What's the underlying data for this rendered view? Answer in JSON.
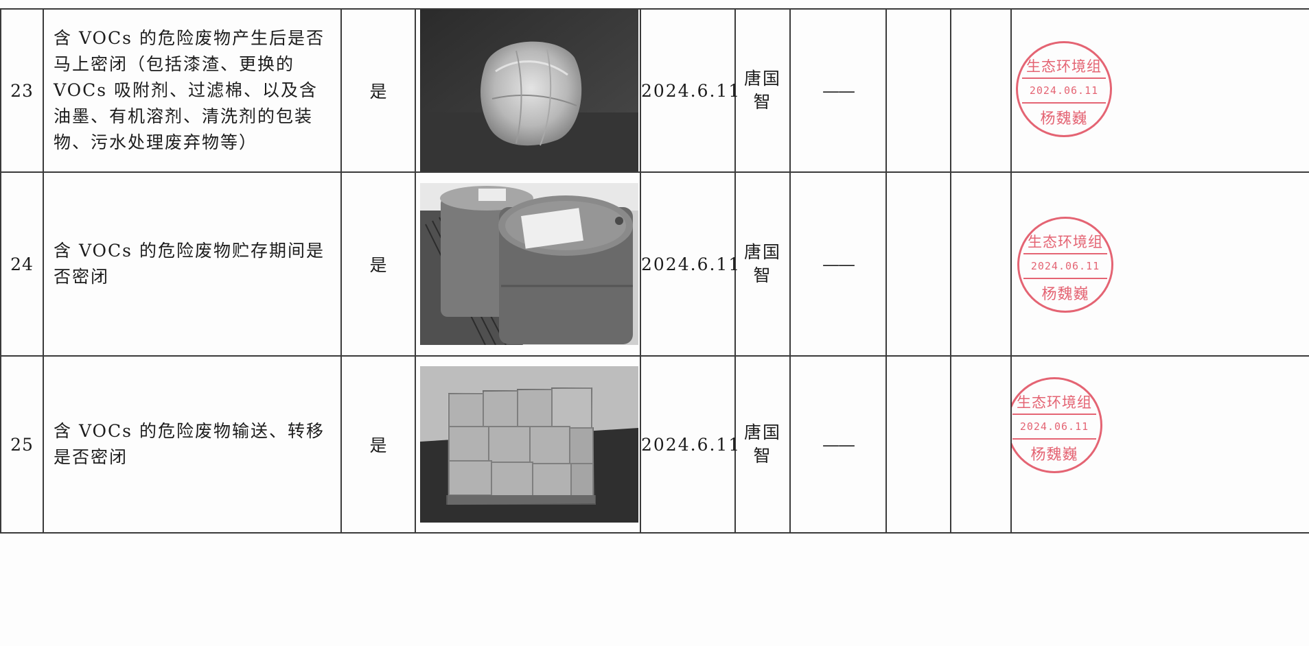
{
  "rows": [
    {
      "index": "23",
      "item": "含 VOCs 的危险废物产生后是否马上密闭（包括漆渣、更换的 VOCs 吸附剂、过滤棉、以及含油墨、有机溶剂、清洗剂的包装物、污水处理废弃物等）",
      "result": "是",
      "date": "2024.6.11",
      "person": "唐国智",
      "remark": "——",
      "stamp": {
        "line1": "生态环境组",
        "line2": "2024.06.11",
        "line3": "杨魏巍",
        "color": "#e04a5c"
      }
    },
    {
      "index": "24",
      "item": "含 VOCs 的危险废物贮存期间是否密闭",
      "result": "是",
      "date": "2024.6.11",
      "person": "唐国智",
      "remark": "——",
      "stamp": {
        "line1": "生态环境组",
        "line2": "2024.06.11",
        "line3": "杨魏巍",
        "color": "#e04a5c"
      }
    },
    {
      "index": "25",
      "item": "含 VOCs 的危险废物输送、转移是否密闭",
      "result": "是",
      "date": "2024.6.11",
      "person": "唐国智",
      "remark": "——",
      "stamp": {
        "line1": "生态环境组",
        "line2": "2024.06.11",
        "line3": "杨魏巍",
        "color": "#e04a5c"
      }
    }
  ]
}
